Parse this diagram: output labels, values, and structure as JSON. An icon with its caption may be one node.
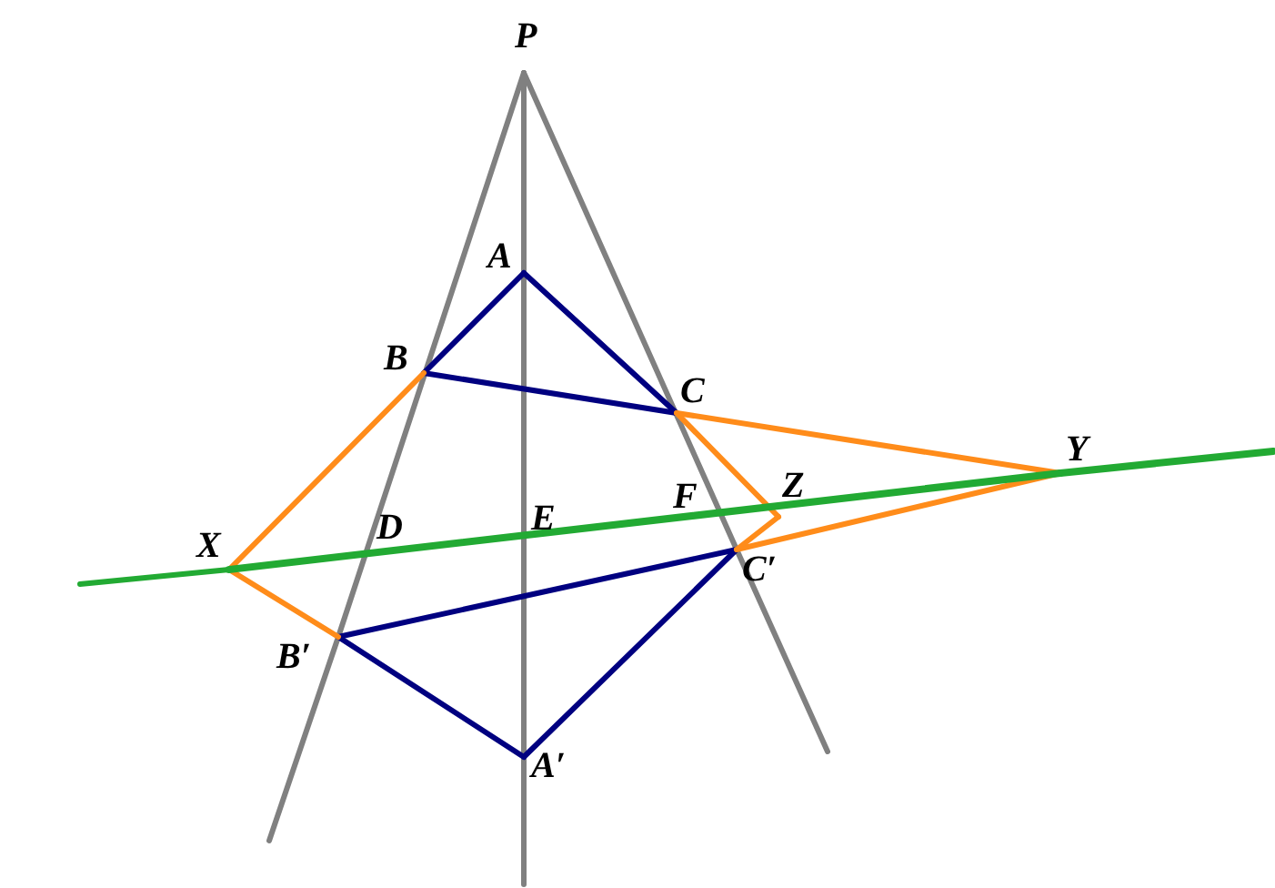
{
  "diagram": {
    "nodes": [
      {
        "text": [
          "P"
        ]
      },
      {
        "text": [
          "A"
        ]
      },
      {
        "text": [
          "B"
        ]
      },
      {
        "text": [
          "C"
        ]
      },
      {
        "text": [
          "Y"
        ]
      },
      {
        "text": [
          "Z"
        ]
      },
      {
        "text": [
          "X"
        ]
      },
      {
        "text": [
          "C′"
        ]
      },
      {
        "text": [
          "B′"
        ]
      },
      {
        "text": [
          "A′"
        ]
      }
    ],
    "edges": [
      {
        "from": 0,
        "to": 8,
        "arrow": "none",
        "color": "#808080"
      },
      {
        "from": 0,
        "to": 9,
        "arrow": "none",
        "color": "#808080"
      },
      {
        "from": 0,
        "to": 7,
        "arrow": "none",
        "color": "#808080"
      },
      {
        "from": 1,
        "to": 2,
        "arrow": "none",
        "color": "#000080"
      },
      {
        "from": 1,
        "to": 3,
        "arrow": "none",
        "color": "#000080"
      },
      {
        "from": 2,
        "to": 3,
        "arrow": "none",
        "color": "#000080"
      },
      {
        "from": 8,
        "to": 7,
        "arrow": "none",
        "color": "#000080"
      },
      {
        "from": 8,
        "to": 9,
        "arrow": "none",
        "color": "#000080"
      },
      {
        "from": 9,
        "to": 7,
        "arrow": "none",
        "color": "#000080"
      },
      {
        "from": 2,
        "to": 6,
        "arrow": "none",
        "color": "#ff8c1a"
      },
      {
        "from": 6,
        "to": 8,
        "arrow": "none",
        "color": "#ff8c1a"
      },
      {
        "from": 3,
        "to": 4,
        "arrow": "none",
        "color": "#ff8c1a"
      },
      {
        "from": 4,
        "to": 7,
        "arrow": "none",
        "color": "#ff8c1a"
      },
      {
        "from": 3,
        "to": 5,
        "arrow": "none",
        "color": "#ff8c1a"
      },
      {
        "from": 5,
        "to": 7,
        "arrow": "none",
        "color": "#ff8c1a"
      },
      {
        "from": 6,
        "to": 4,
        "arrow": "none",
        "color": "#22aa33"
      }
    ],
    "labels": [
      "D",
      "E",
      "F"
    ]
  }
}
